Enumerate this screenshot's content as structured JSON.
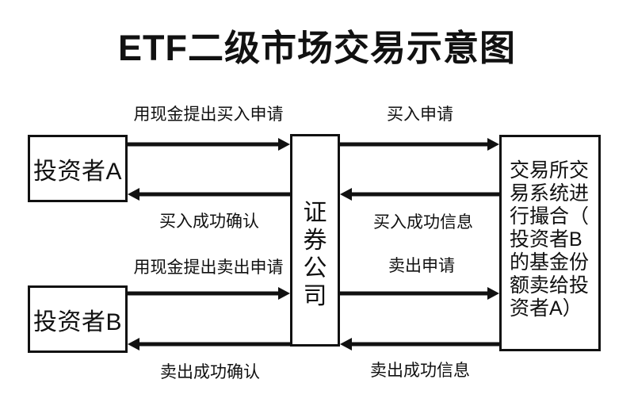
{
  "title": "ETF二级市场交易示意图",
  "colors": {
    "ink": "#111111",
    "background": "#ffffff"
  },
  "nodes": {
    "investor_a": {
      "label": "投资者A"
    },
    "investor_b": {
      "label": "投资者B"
    },
    "broker": {
      "label": "证券公司"
    },
    "exchange": {
      "label": "交易所交易系统进行撮合（投资者B的基金份额卖给投资者A）",
      "lines": [
        "交易所交",
        "易系统进",
        "行撮合（",
        "投资者B",
        "的基金份",
        "额卖给投",
        "资者A）"
      ]
    }
  },
  "flows": [
    {
      "id": "buy-request-cash",
      "label": "用现金提出买入申请",
      "direction": "right"
    },
    {
      "id": "buy-request",
      "label": "买入申请",
      "direction": "right"
    },
    {
      "id": "buy-success-confirm",
      "label": "买入成功确认",
      "direction": "left"
    },
    {
      "id": "buy-success-info",
      "label": "买入成功信息",
      "direction": "left"
    },
    {
      "id": "sell-request-cash",
      "label": "用现金提出卖出申请",
      "direction": "right"
    },
    {
      "id": "sell-request",
      "label": "卖出申请",
      "direction": "right"
    },
    {
      "id": "sell-success-confirm",
      "label": "卖出成功确认",
      "direction": "left"
    },
    {
      "id": "sell-success-info",
      "label": "卖出成功信息",
      "direction": "left"
    }
  ]
}
